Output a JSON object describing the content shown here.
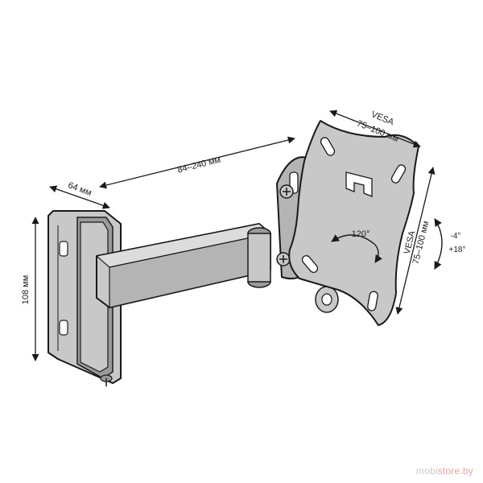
{
  "dimensions": {
    "height": "108 мм",
    "depth": "64 мм",
    "extension": "84–240 мм",
    "vesa_top_title": "VESA",
    "vesa_top_range": "75–100 мм",
    "vesa_side_title": "VESA",
    "vesa_side_range": "75–100 мм"
  },
  "rotation": {
    "swivel": "120°",
    "tilt_up": "-4°",
    "tilt_down": "+18°"
  },
  "watermark": {
    "part1": "mobi",
    "part2": "store.by"
  },
  "colors": {
    "metal": "#c8c8c8",
    "metal_dark": "#9a9a9a",
    "outline": "#1a1a1a",
    "background": "#ffffff"
  }
}
